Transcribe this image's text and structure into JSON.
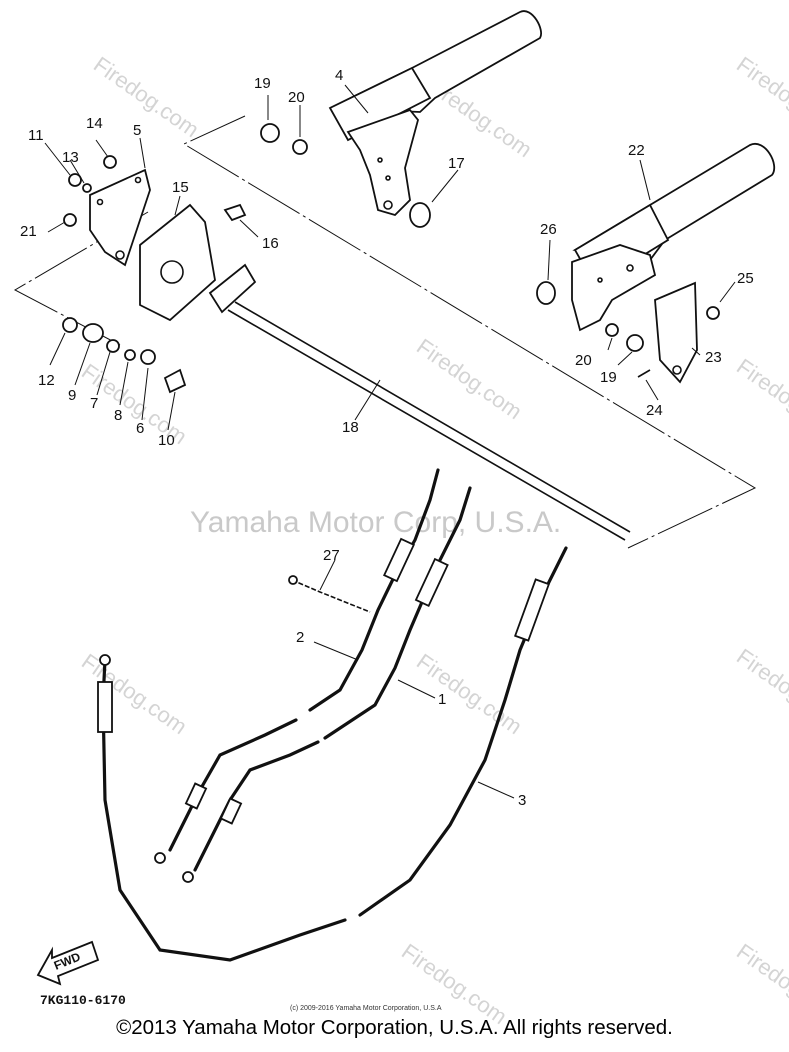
{
  "watermark": {
    "main": "Yamaha Motor Corp, U.S.A.",
    "site": "Firedog.com"
  },
  "callouts": {
    "p1": "1",
    "p2": "2",
    "p3": "3",
    "p4": "4",
    "p5": "5",
    "p6": "6",
    "p7": "7",
    "p8": "8",
    "p9": "9",
    "p10": "10",
    "p11": "11",
    "p12": "12",
    "p13": "13",
    "p14": "14",
    "p15": "15",
    "p16": "16",
    "p17": "17",
    "p18": "18",
    "p19a": "19",
    "p19b": "19",
    "p20a": "20",
    "p20b": "20",
    "p21": "21",
    "p22": "22",
    "p23": "23",
    "p24": "24",
    "p25": "25",
    "p26": "26",
    "p27": "27"
  },
  "fwd_label": "FWD",
  "diagram_code": "7KG110-6170",
  "small_copyright": "(c) 2009-2016 Yamaha Motor Corporation, U.S.A",
  "footer": "©2013 Yamaha Motor Corporation, U.S.A. All rights reserved."
}
